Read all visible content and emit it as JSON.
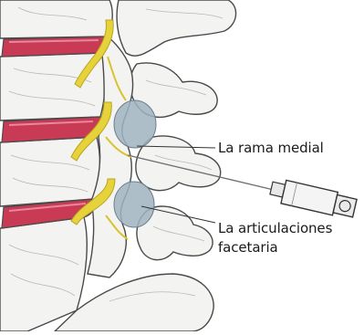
{
  "labels": {
    "medial_branch": "La rama medial",
    "facet_line1": "La articulaciones",
    "facet_line2": "facetaria"
  },
  "colors": {
    "bone_fill": "#f3f3f1",
    "bone_shade": "#d6d6d2",
    "outline": "#4a4a4a",
    "disc": "#c93a55",
    "disc_light": "#e7889c",
    "nerve": "#e6d23a",
    "nerve_dark": "#b9a41e",
    "facet_joint": "#9fb3c0",
    "needle": "#6e6e6e"
  },
  "icons": [
    "needle-syringe-icon"
  ]
}
